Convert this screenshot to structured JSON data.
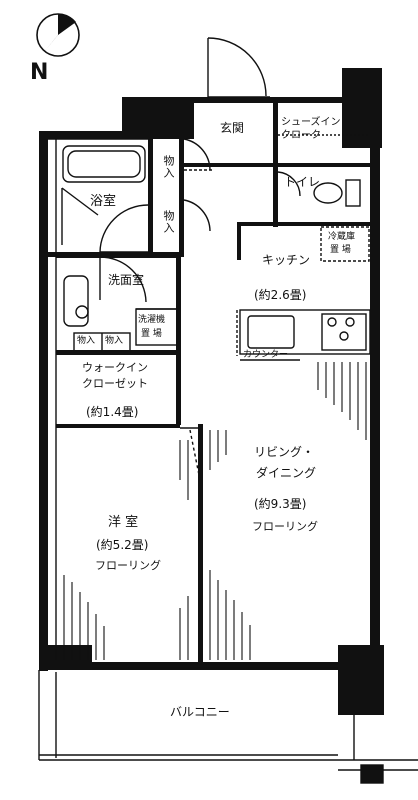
{
  "compass": {
    "north_label": "N"
  },
  "rooms": {
    "genkan": "玄関",
    "shoes_in_closet_1": "シューズイン",
    "shoes_in_closet_2": "クローク",
    "toilet": "トイレ",
    "bath": "浴室",
    "storage_1": "物入",
    "storage_2": "物入",
    "kitchen": "キッチン",
    "kitchen_size": "(約2.6畳)",
    "fridge_1": "冷蔵庫",
    "fridge_2": "置 場",
    "washroom": "洗面室",
    "washer_1": "洗濯機",
    "washer_2": "置 場",
    "storage_3": "物入",
    "storage_4": "物入",
    "counter": "カウンター",
    "walkin_1": "ウォークイン",
    "walkin_2": "クローゼット",
    "walkin_size": "(約1.4畳)",
    "living_1": "リビング・",
    "living_2": "ダイニング",
    "living_size": "(約9.3畳)",
    "living_floor": "フローリング",
    "western": "洋 室",
    "western_size": "(約5.2畳)",
    "western_floor": "フローリング",
    "balcony": "バルコニー"
  }
}
